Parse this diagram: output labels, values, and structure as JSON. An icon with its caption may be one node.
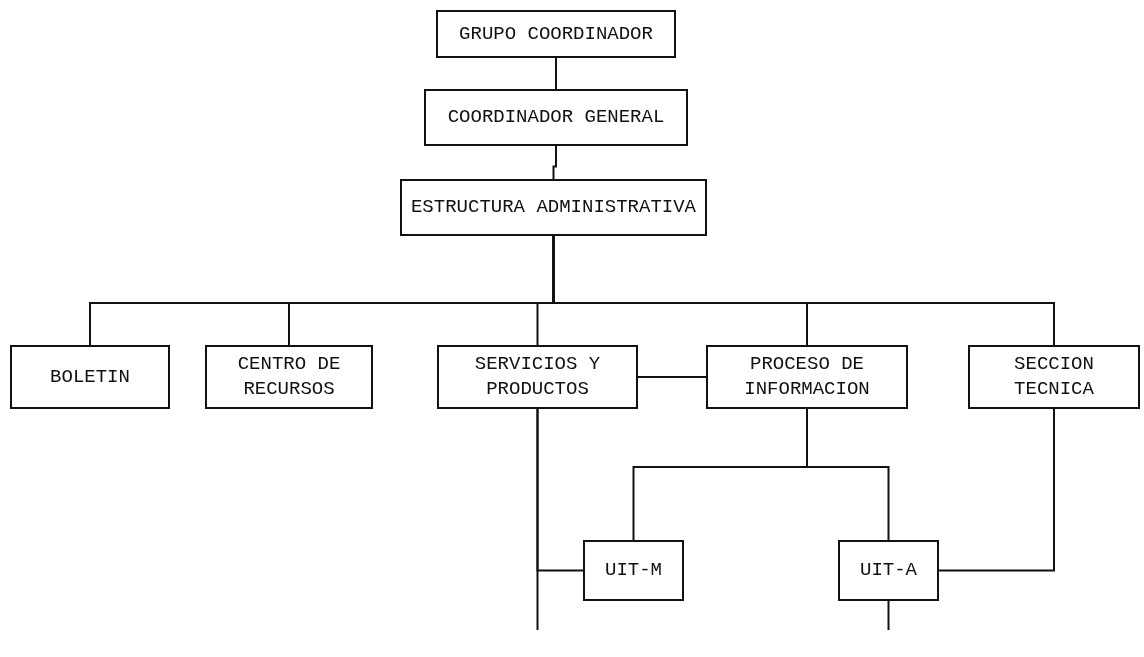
{
  "diagram": {
    "nodes": [
      {
        "text": [
          "GRUPO COORDINADOR"
        ]
      },
      {
        "text": [
          "COORDINADOR GENERAL"
        ]
      },
      {
        "text": [
          "ESTRUCTURA ADMINISTRATIVA"
        ]
      },
      {
        "text": [
          "BOLETIN"
        ]
      },
      {
        "text": [
          "CENTRO DE RECURSOS"
        ]
      },
      {
        "text": [
          "SERVICIOS Y PRODUCTOS"
        ]
      },
      {
        "text": [
          "PROCESO DE INFORMACION"
        ]
      },
      {
        "text": [
          "SECCION TECNICA"
        ]
      },
      {
        "text": [
          "UIT-M"
        ]
      },
      {
        "text": [
          "UIT-A"
        ]
      }
    ],
    "edges": [
      {
        "from": 0,
        "to": 1,
        "arrow": "none"
      },
      {
        "from": 1,
        "to": 2,
        "arrow": "none"
      },
      {
        "from": 2,
        "to": 3,
        "arrow": "none"
      },
      {
        "from": 2,
        "to": 4,
        "arrow": "none"
      },
      {
        "from": 2,
        "to": 5,
        "arrow": "none"
      },
      {
        "from": 2,
        "to": 6,
        "arrow": "none"
      },
      {
        "from": 2,
        "to": 7,
        "arrow": "none"
      },
      {
        "from": 5,
        "to": 6,
        "arrow": "none"
      },
      {
        "from": 6,
        "to": 8,
        "arrow": "none"
      },
      {
        "from": 6,
        "to": 9,
        "arrow": "none"
      },
      {
        "from": 5,
        "to": 8,
        "arrow": "none"
      },
      {
        "from": 5,
        "to": null,
        "arrow": "none"
      },
      {
        "from": 7,
        "to": 9,
        "arrow": "none"
      },
      {
        "from": 9,
        "to": null,
        "arrow": "none"
      }
    ]
  }
}
